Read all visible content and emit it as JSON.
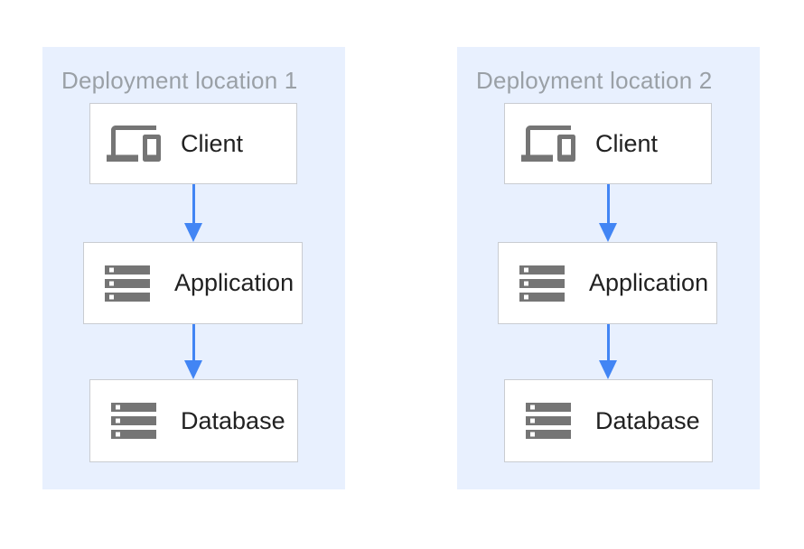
{
  "colors": {
    "page_bg": "#ffffff",
    "panel_bg": "#e8f0fe",
    "node_bg": "#ffffff",
    "node_border": "#c9ccd1",
    "icon_gray": "#757575",
    "label_text": "#212121",
    "title_text": "#9aa0a6",
    "arrow_blue": "#4285f4"
  },
  "diagram": {
    "panels": [
      {
        "title": "Deployment location 1",
        "nodes": [
          {
            "label": "Client",
            "icon": "devices-icon"
          },
          {
            "label": "Application",
            "icon": "storage-icon"
          },
          {
            "label": "Database",
            "icon": "storage-icon"
          }
        ],
        "connections": [
          {
            "from": "Client",
            "to": "Application"
          },
          {
            "from": "Application",
            "to": "Database"
          }
        ]
      },
      {
        "title": "Deployment location 2",
        "nodes": [
          {
            "label": "Client",
            "icon": "devices-icon"
          },
          {
            "label": "Application",
            "icon": "storage-icon"
          },
          {
            "label": "Database",
            "icon": "storage-icon"
          }
        ],
        "connections": [
          {
            "from": "Client",
            "to": "Application"
          },
          {
            "from": "Application",
            "to": "Database"
          }
        ]
      }
    ]
  }
}
